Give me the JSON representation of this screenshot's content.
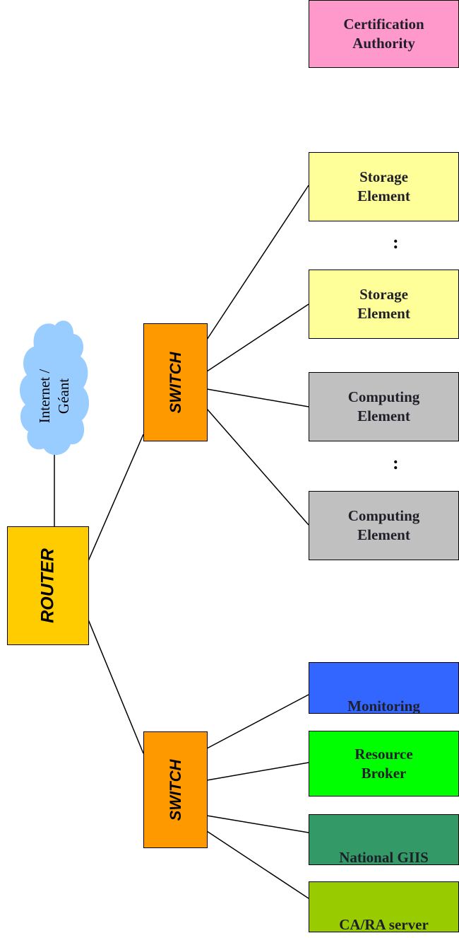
{
  "cloud": {
    "label_line1": "Internet /",
    "label_line2": "Géant"
  },
  "router": {
    "label": "ROUTER"
  },
  "switch_top": {
    "label": "SWITCH"
  },
  "switch_bottom": {
    "label": "SWITCH"
  },
  "certification_authority": {
    "label": "Certification\nAuthority"
  },
  "storage_elements": [
    {
      "label": "Storage\nElement"
    },
    {
      "label": "Storage\nElement"
    }
  ],
  "computing_elements": [
    {
      "label": "Computing\nElement"
    },
    {
      "label": "Computing\nElement"
    }
  ],
  "ellipsis": ":",
  "services": {
    "monitoring": "Monitoring",
    "resource_broker": "Resource\nBroker",
    "national_giis": "National GIIS",
    "ca_ra_server": "CA/RA server"
  },
  "colors": {
    "certification_authority": "#ff99cc",
    "storage_element": "#ffff99",
    "computing_element": "#c0c0c0",
    "monitoring": "#3366ff",
    "resource_broker": "#00ff00",
    "national_giis": "#339966",
    "ca_ra_server": "#99cc00",
    "switch": "#ff9900",
    "router": "#ffcc00",
    "cloud": "#99ccff"
  }
}
